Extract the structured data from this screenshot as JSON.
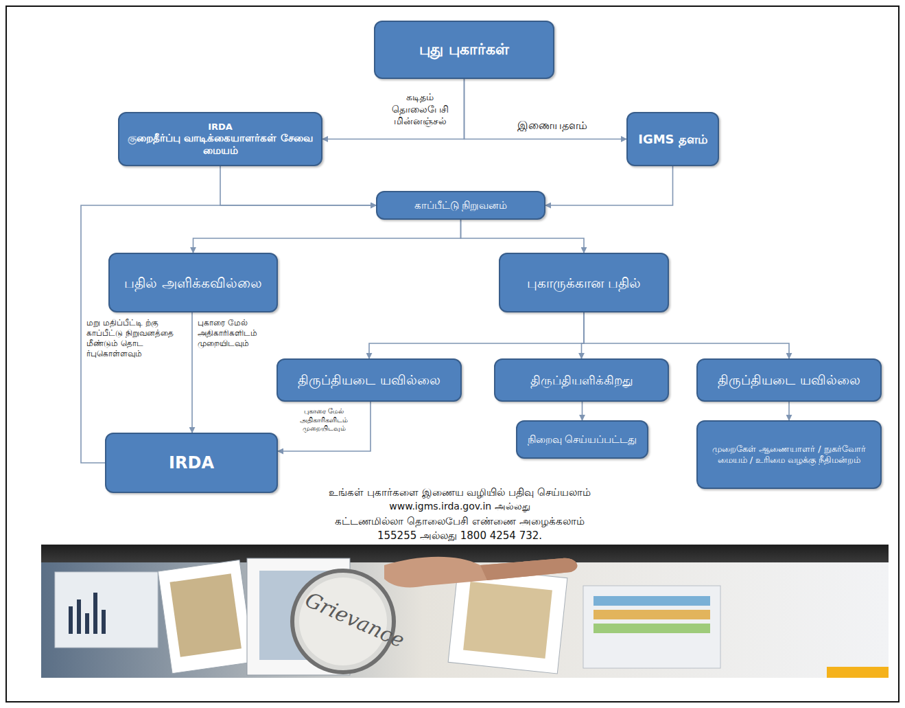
{
  "diagram": {
    "nodes": [
      {
        "text": [
          "புது புகார்கள்"
        ]
      },
      {
        "text": [
          "IRDA",
          "குறைதீர்ப்பு வாடிக்கையாளர்கள் சேவை மையம்"
        ]
      },
      {
        "text": [
          "IGMS தளம்"
        ]
      },
      {
        "text": [
          "காப்பீட்டு நிறுவனம்"
        ]
      },
      {
        "text": [
          "பதில் அளிக்கவில்லை"
        ]
      },
      {
        "text": [
          "புகாருக்கான பதில்"
        ]
      },
      {
        "text": [
          "திருப்தியடை யவில்லை"
        ]
      },
      {
        "text": [
          "திருப்தியளிக்கிறது"
        ]
      },
      {
        "text": [
          "திருப்தியடை யவில்லை"
        ]
      },
      {
        "text": [
          "நிறைவு செய்யப்பட்டது"
        ]
      },
      {
        "text": [
          "முறைகேள் ஆணையாளர் / நுகர்வோர் மையம் / உரிமை வழக்கு நீதிமன்றம்"
        ]
      },
      {
        "text": [
          "IRDA"
        ]
      }
    ],
    "edges": [
      {
        "from": 0,
        "to": 1,
        "label": "கடிதம் தொலைபேசி மின்னஞ்சல்",
        "arrow": "to"
      },
      {
        "from": 0,
        "to": 2,
        "label": "இணையதளம்",
        "arrow": "to"
      },
      {
        "from": 1,
        "to": 3,
        "arrow": "to"
      },
      {
        "from": 2,
        "to": 3,
        "arrow": "to"
      },
      {
        "from": 11,
        "to": 3,
        "label": "மறு மதிப்பீட்டி ற்கு காப்பீட்டு நிறுவனத்தை மீண்டும் தொட ர்புகொள்ளவும்",
        "arrow": "to"
      },
      {
        "from": 3,
        "to": 4,
        "arrow": "to"
      },
      {
        "from": 3,
        "to": 5,
        "arrow": "to"
      },
      {
        "from": 4,
        "to": 11,
        "label": "புகாரை மேல் அதிகாரிகளிடம் முறையிடவும்",
        "arrow": "to"
      },
      {
        "from": 5,
        "to": 6,
        "arrow": "to"
      },
      {
        "from": 5,
        "to": 7,
        "arrow": "to"
      },
      {
        "from": 5,
        "to": 8,
        "arrow": "to"
      },
      {
        "from": 6,
        "to": 11,
        "label": "புகாரை மேல் அதிகாரிகளிடம் முறையிடவும்",
        "arrow": "to"
      },
      {
        "from": 7,
        "to": 9,
        "arrow": "to"
      },
      {
        "from": 8,
        "to": 10,
        "arrow": "to"
      }
    ],
    "labels": [
      "உங்கள் புகார்களை இணைய வழியில் பதிவு செய்யலாம்",
      "www.igms.irda.gov.in அல்லது",
      "கட்டணமில்லா தொலைபேசி எண்ணை அழைக்கலாம்",
      "155255 அல்லது 1800 4254 732.",
      "Grievance"
    ]
  }
}
